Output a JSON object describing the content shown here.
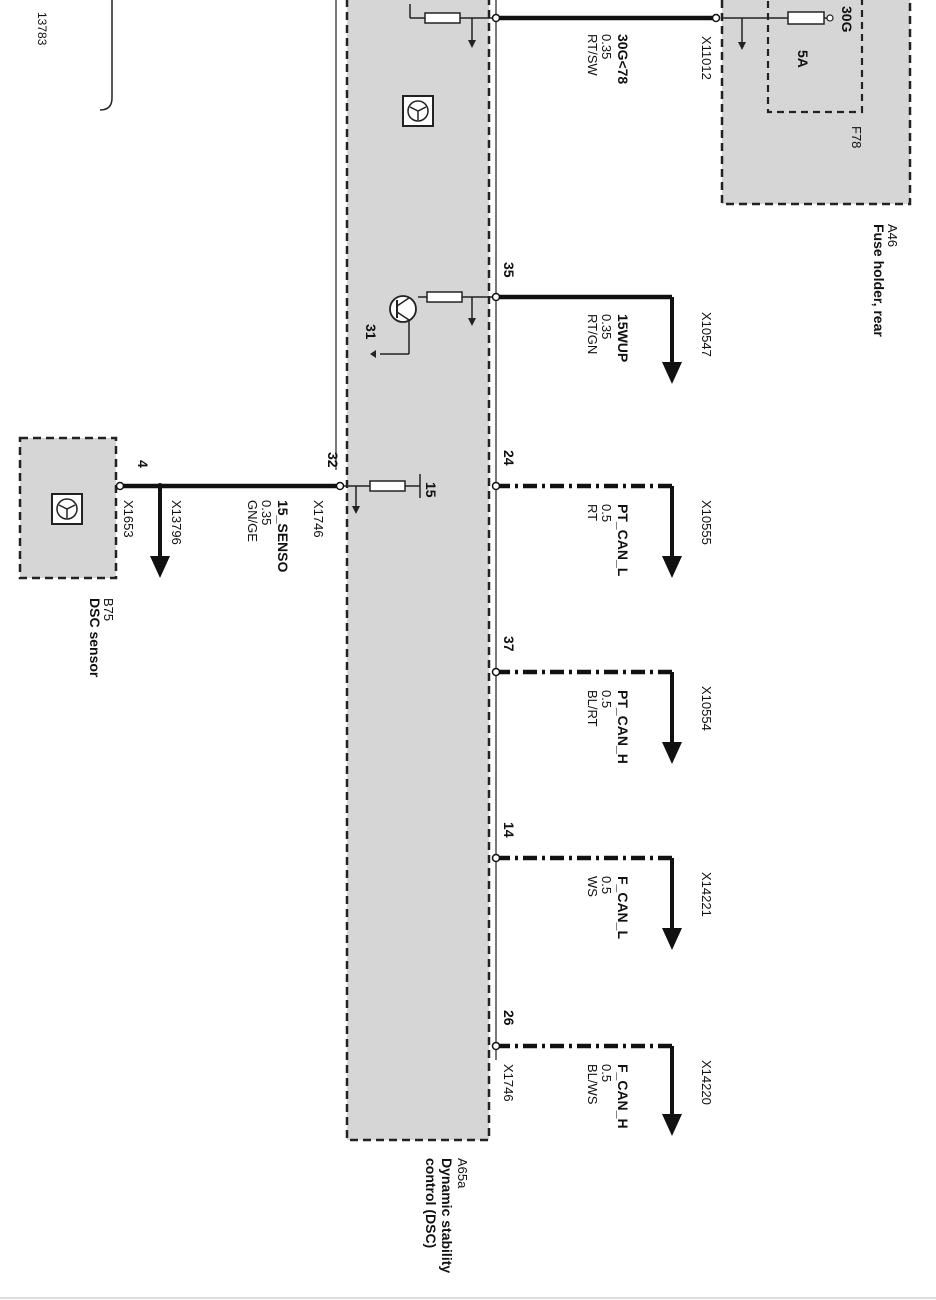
{
  "sheet_number": "13783",
  "components": {
    "dsc": {
      "id": "A65a",
      "name_line1": "Dynamic stability",
      "name_line2": "control (DSC)"
    },
    "fuse_holder": {
      "id": "A46",
      "name": "Fuse holder, rear"
    },
    "fuse": {
      "id": "F78",
      "rating": "5A",
      "terminal": "30G"
    },
    "dsc_sensor": {
      "id": "B75",
      "name": "DSC sensor"
    }
  },
  "connectors": {
    "dsc_left": "X1746",
    "dsc_right": "X1746",
    "fuse_side": "X11012",
    "sensor_side": "X1653",
    "sensor_branch": "X13796"
  },
  "internal_labels": {
    "ground_31": "31",
    "supply_15": "15"
  },
  "wires": [
    {
      "pin": "",
      "signal": "30G<78",
      "size": "0.35",
      "color": "RT/SW",
      "dest": "X11012"
    },
    {
      "pin": "35",
      "signal": "15WUP",
      "size": "0.35",
      "color": "RT/GN",
      "dest": "X10547"
    },
    {
      "pin": "24",
      "signal": "PT_CAN_L",
      "size": "0.5",
      "color": "RT",
      "dest": "X10555"
    },
    {
      "pin": "37",
      "signal": "PT_CAN_H",
      "size": "0.5",
      "color": "BL/RT",
      "dest": "X10554"
    },
    {
      "pin": "14",
      "signal": "F_CAN_L",
      "size": "0.5",
      "color": "WS",
      "dest": "X14221"
    },
    {
      "pin": "26",
      "signal": "F_CAN_H",
      "size": "0.5",
      "color": "BL/WS",
      "dest": "X14220"
    }
  ],
  "sensor_wire": {
    "pin_dsc": "32",
    "pin_sensor": "4",
    "signal": "15_SENSO",
    "size": "0.35",
    "color": "GN/GE"
  }
}
